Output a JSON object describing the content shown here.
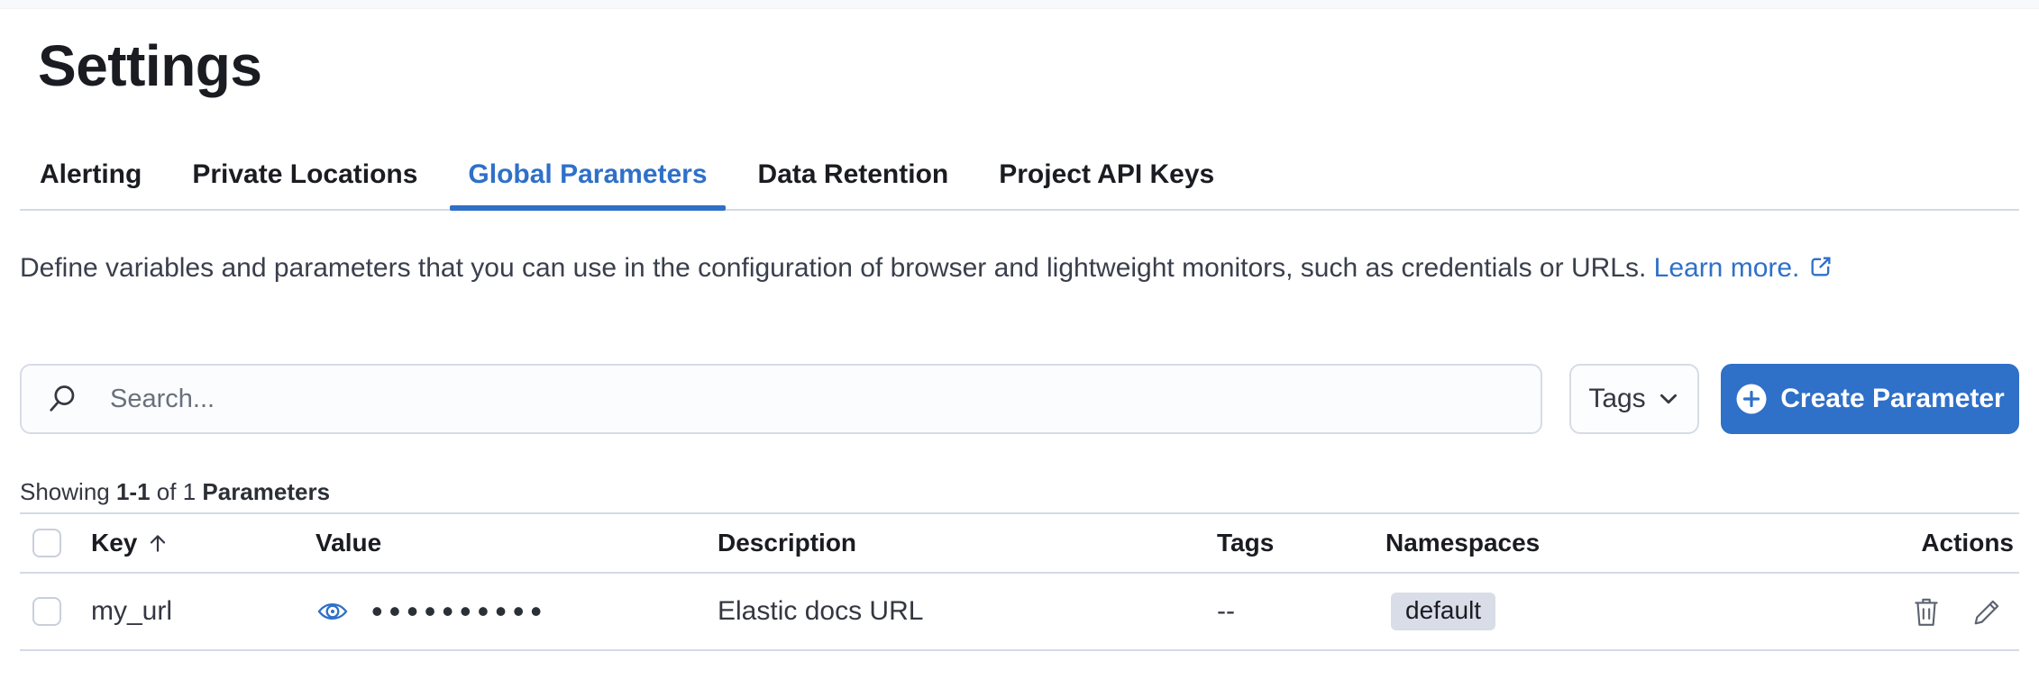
{
  "page": {
    "title": "Settings"
  },
  "tabs": [
    {
      "label": "Alerting",
      "active": false
    },
    {
      "label": "Private Locations",
      "active": false
    },
    {
      "label": "Global Parameters",
      "active": true
    },
    {
      "label": "Data Retention",
      "active": false
    },
    {
      "label": "Project API Keys",
      "active": false
    }
  ],
  "intro": {
    "text": "Define variables and parameters that you can use in the configuration of browser and lightweight monitors, such as credentials or URLs.",
    "link_label": "Learn more."
  },
  "toolbar": {
    "search_placeholder": "Search...",
    "search_value": "",
    "tags_filter_label": "Tags",
    "create_button_label": "Create Parameter"
  },
  "summary": {
    "showing_label": "Showing",
    "range": "1-1",
    "of_label": "of 1",
    "entity_label": "Parameters"
  },
  "table": {
    "headers": {
      "key": "Key",
      "value": "Value",
      "description": "Description",
      "tags": "Tags",
      "namespaces": "Namespaces",
      "actions": "Actions"
    },
    "sort": {
      "column": "Key",
      "direction": "ascending"
    },
    "rows": [
      {
        "key": "my_url",
        "value_masked": "••••••••••",
        "description": "Elastic docs URL",
        "tags": "--",
        "namespaces": [
          "default"
        ]
      }
    ]
  },
  "icons": {
    "search": "magnifier",
    "tags_dropdown": "chevron-down",
    "create": "plus-in-circle",
    "learn_more": "external-link",
    "sort_key": "arrow-up",
    "value_reveal": "eye",
    "row_delete": "trash",
    "row_edit": "pencil"
  },
  "colors": {
    "primary_blue": "#2F70C8",
    "text_dark": "#1A1C21",
    "text_body": "#343741",
    "border": "#D3DAE6",
    "badge_bg": "#D8DDE8",
    "icon_gray": "#5C6370"
  }
}
